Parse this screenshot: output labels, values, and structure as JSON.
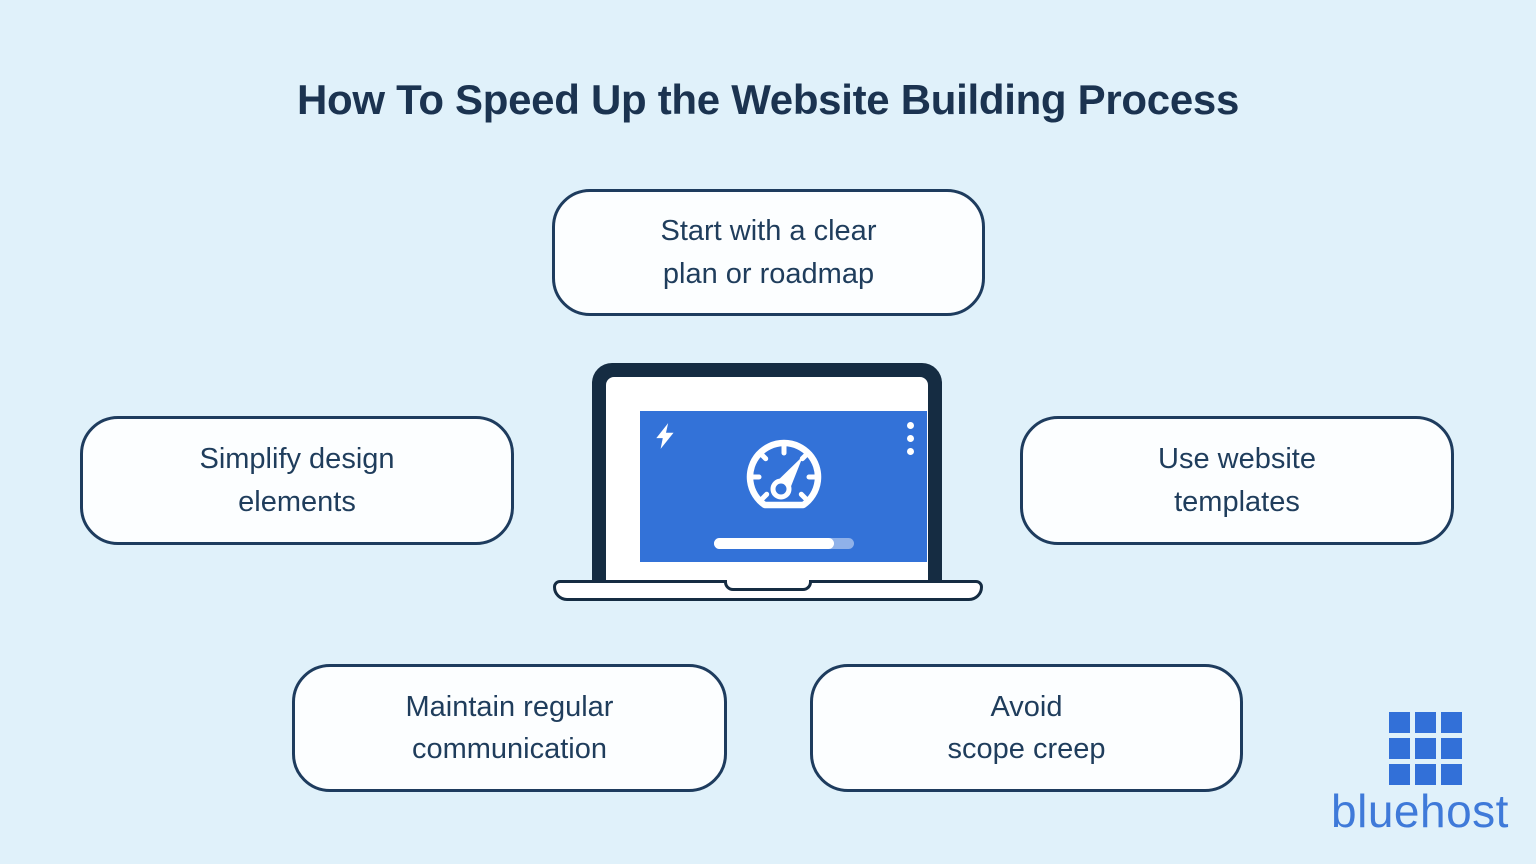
{
  "title": "How To Speed Up the Website Building Process",
  "boxes": [
    {
      "id": "start-plan",
      "label": "Start with a clear\nplan or roadmap"
    },
    {
      "id": "simplify-design",
      "label": "Simplify design\nelements"
    },
    {
      "id": "use-templates",
      "label": "Use website\ntemplates"
    },
    {
      "id": "maintain-communication",
      "label": "Maintain regular\ncommunication"
    },
    {
      "id": "avoid-scope-creep",
      "label": "Avoid\nscope creep"
    }
  ],
  "laptop": {
    "progress_percent": 86,
    "icons": [
      "lightning-icon",
      "menu-dots-icon",
      "speedometer-icon"
    ]
  },
  "logo": {
    "wordmark": "bluehost",
    "icon": "logo-grid-icon"
  },
  "colors": {
    "background": "#e0f1fa",
    "navy": "#1e3c5e",
    "navy_dark": "#152c42",
    "title_color": "#1b3350",
    "box_text": "#1f3d5c",
    "box_fill": "#fcfeff",
    "screen_blue": "#3372d8",
    "logo_blue": "#3270d8",
    "wordmark_blue": "#3f7ad9"
  }
}
